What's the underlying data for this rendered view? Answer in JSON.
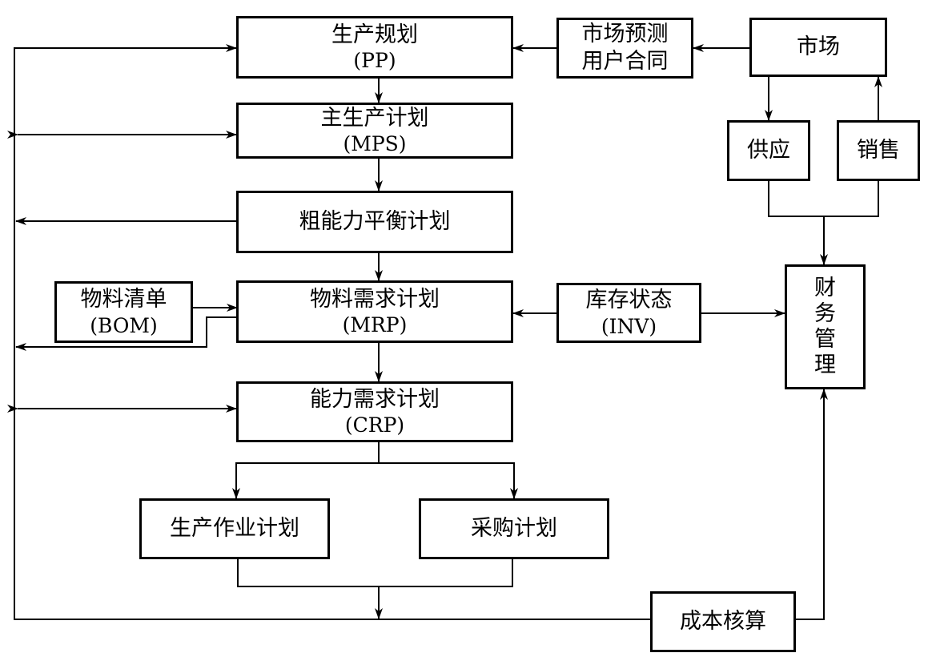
{
  "nodes": {
    "pp": {
      "title": "生产规划",
      "code": "(PP)"
    },
    "mps": {
      "title": "主生产计划",
      "code": "(MPS)"
    },
    "rccp": {
      "title": "粗能力平衡计划"
    },
    "mrp": {
      "title": "物料需求计划",
      "code": "(MRP)"
    },
    "crp": {
      "title": "能力需求计划",
      "code": "(CRP)"
    },
    "shop": {
      "title": "生产作业计划"
    },
    "purchase": {
      "title": "采购计划"
    },
    "bom": {
      "title": "物料清单",
      "code": "(BOM)"
    },
    "inv": {
      "title": "库存状态",
      "code": "(INV)"
    },
    "forecast": {
      "line1": "市场预测",
      "line2": "用户合同"
    },
    "market": {
      "title": "市场"
    },
    "supply": {
      "title": "供应"
    },
    "sales": {
      "title": "销售"
    },
    "finance": {
      "chars": [
        "财",
        "务",
        "管",
        "理"
      ]
    },
    "cost": {
      "title": "成本核算"
    }
  }
}
